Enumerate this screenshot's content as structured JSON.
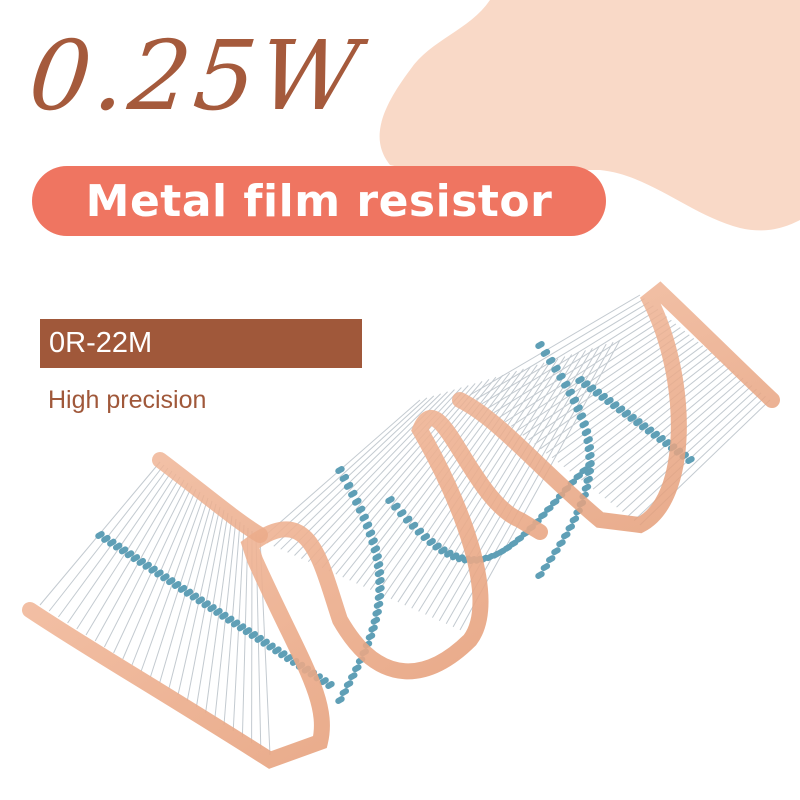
{
  "headline": {
    "power": "0.25W"
  },
  "banner": {
    "label": "Metal film resistor"
  },
  "spec": {
    "range": "0R-22M",
    "feature": "High precision"
  },
  "colors": {
    "background_blob": "#f9d9c7",
    "headline": "#a55a3c",
    "banner": "#ef7561",
    "range_bar": "#a0583a",
    "tape": "#e8a27c",
    "resistor_body": "#5f9fb6",
    "lead_wire": "#b9c2c8"
  },
  "icons": [
    "resistor-tape-image"
  ]
}
